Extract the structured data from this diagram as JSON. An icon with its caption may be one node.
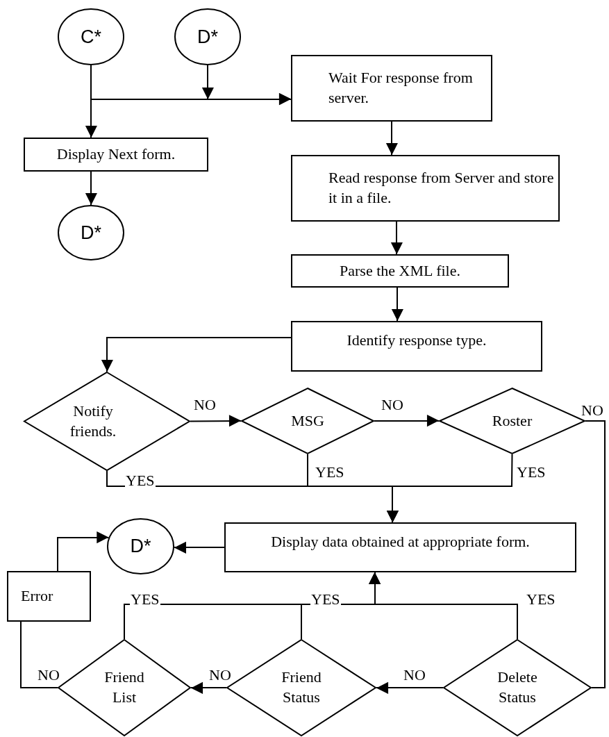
{
  "diagram": {
    "nodes": [
      {
        "text": [
          "C*"
        ]
      },
      {
        "text": [
          "D*"
        ]
      },
      {
        "text": [
          "Wait For response from server."
        ]
      },
      {
        "text": [
          "Display Next form."
        ]
      },
      {
        "text": [
          "D*"
        ]
      },
      {
        "text": [
          "Read response from Server and store it in a file."
        ]
      },
      {
        "text": [
          "Parse the XML file."
        ]
      },
      {
        "text": [
          "Identify response type."
        ]
      },
      {
        "text": [
          "Notify friends."
        ]
      },
      {
        "text": [
          "MSG"
        ]
      },
      {
        "text": [
          "Roster"
        ]
      },
      {
        "text": [
          "Display data obtained at appropriate form."
        ]
      },
      {
        "text": [
          "D*"
        ]
      },
      {
        "text": [
          "Error"
        ]
      },
      {
        "text": [
          "Friend List"
        ]
      },
      {
        "text": [
          "Friend Status"
        ]
      },
      {
        "text": [
          "Delete Status"
        ]
      }
    ],
    "edges": [
      {
        "from": 0,
        "to": 3,
        "arrow": "to"
      },
      {
        "from": 0,
        "to": 2,
        "arrow": "to"
      },
      {
        "from": 1,
        "to": 2,
        "arrow": "to"
      },
      {
        "from": 3,
        "to": 4,
        "arrow": "to"
      },
      {
        "from": 2,
        "to": 5,
        "arrow": "to"
      },
      {
        "from": 5,
        "to": 6,
        "arrow": "to"
      },
      {
        "from": 6,
        "to": 7,
        "arrow": "to"
      },
      {
        "from": 7,
        "to": 8,
        "arrow": "to"
      },
      {
        "from": 8,
        "to": 9,
        "arrow": "to",
        "label": "NO"
      },
      {
        "from": 9,
        "to": 10,
        "arrow": "to",
        "label": "NO"
      },
      {
        "from": 10,
        "to": 16,
        "arrow": "none",
        "label": "NO"
      },
      {
        "from": 8,
        "to": 11,
        "arrow": "to",
        "label": "YES"
      },
      {
        "from": 9,
        "to": 11,
        "arrow": "to",
        "label": "YES"
      },
      {
        "from": 10,
        "to": 11,
        "arrow": "to",
        "label": "YES"
      },
      {
        "from": 11,
        "to": 12,
        "arrow": "to"
      },
      {
        "from": 16,
        "to": 15,
        "arrow": "to",
        "label": "NO"
      },
      {
        "from": 15,
        "to": 14,
        "arrow": "to",
        "label": "NO"
      },
      {
        "from": 14,
        "to": 13,
        "arrow": "none",
        "label": "NO"
      },
      {
        "from": 13,
        "to": 12,
        "arrow": "to"
      },
      {
        "from": 14,
        "to": 11,
        "arrow": "to",
        "label": "YES"
      },
      {
        "from": 15,
        "to": 11,
        "arrow": "to",
        "label": "YES"
      },
      {
        "from": 16,
        "to": 11,
        "arrow": "to",
        "label": "YES"
      }
    ]
  }
}
